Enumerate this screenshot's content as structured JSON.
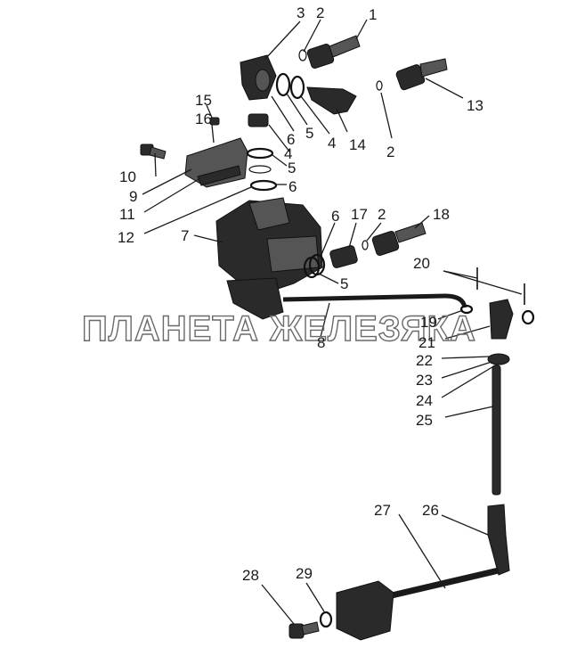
{
  "watermark": "ПЛАНЕТА ЖЕЛЕЗЯКА",
  "labels": [
    "1",
    "2",
    "3",
    "13",
    "15",
    "16",
    "14",
    "2",
    "6",
    "5",
    "4",
    "10",
    "4",
    "5",
    "9",
    "11",
    "6",
    "12",
    "6",
    "17",
    "2",
    "18",
    "7",
    "20",
    "5",
    "19",
    "21",
    "8",
    "22",
    "23",
    "24",
    "25",
    "27",
    "26",
    "28",
    "29"
  ]
}
